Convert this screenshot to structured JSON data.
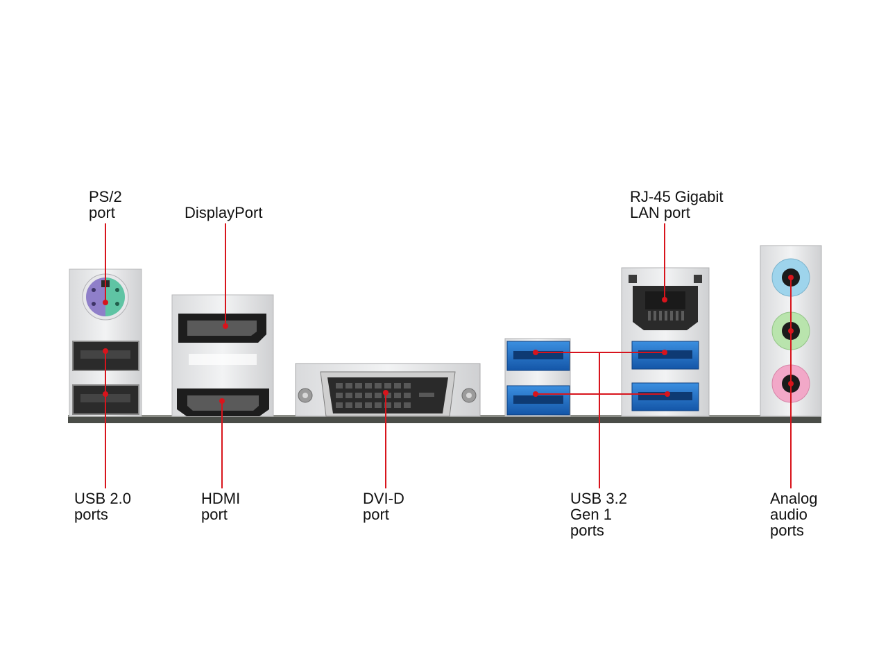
{
  "accent_color": "#d8141c",
  "labels": {
    "ps2": [
      "PS/2",
      "port"
    ],
    "displayport": [
      "DisplayPort"
    ],
    "rj45": [
      "RJ-45 Gigabit",
      "LAN port"
    ],
    "usb20": [
      "USB 2.0",
      "ports"
    ],
    "hdmi": [
      "HDMI",
      "port"
    ],
    "dvid": [
      "DVI-D",
      "port"
    ],
    "usb32": [
      "USB 3.2",
      "Gen 1",
      "ports"
    ],
    "audio": [
      "Analog",
      "audio",
      "ports"
    ]
  }
}
